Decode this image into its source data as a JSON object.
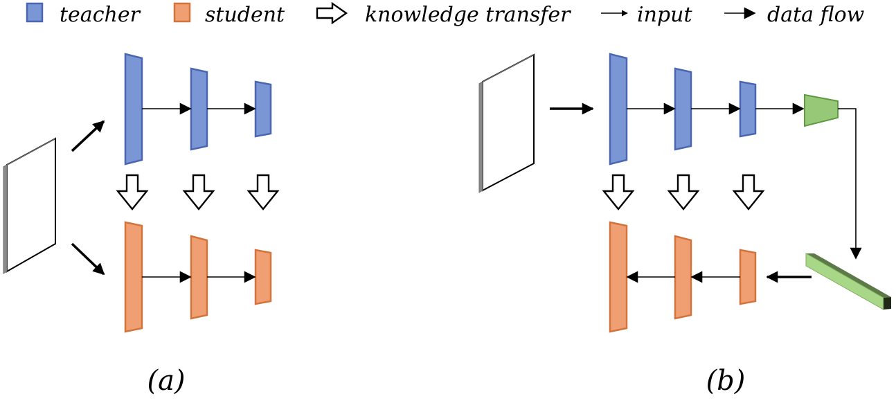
{
  "legend": {
    "teacher_label": "teacher",
    "student_label": "student",
    "transfer_label": "knowledge transfer",
    "input_label": "input",
    "dataflow_label": "data flow"
  },
  "captions": {
    "a": "(a)",
    "b": "(b)"
  },
  "colors": {
    "teacher_fill": "#7b96d5",
    "teacher_stroke": "#4a66b0",
    "student_fill": "#ef9f71",
    "student_stroke": "#d3733c",
    "generator_fill": "#97c878",
    "generator_stroke": "#5e9a40",
    "bar_top": "#a9d788",
    "bar_side": "#6f8f59",
    "bar_end": "#1f2a17",
    "frame_edge": "#8a8a8a"
  }
}
